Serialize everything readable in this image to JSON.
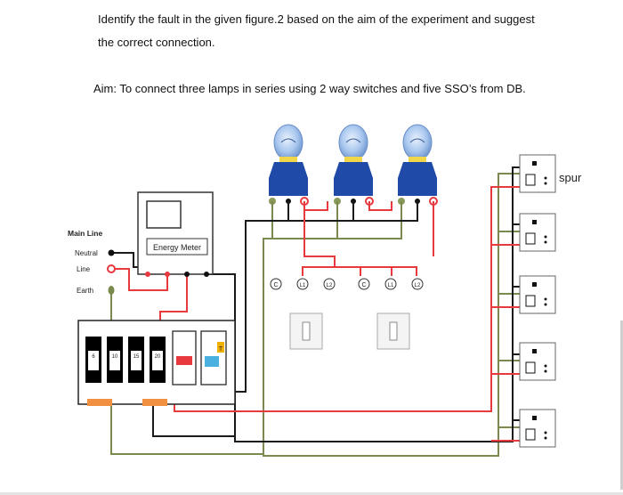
{
  "question": {
    "line1": "Identify the fault in the given figure.2 based on the aim of the experiment and suggest",
    "line2": "the correct connection."
  },
  "aim": "Aim: To connect three lamps in series using 2 way switches and five SSO’s from DB.",
  "labels": {
    "main_line": "Main Line",
    "neutral": "Neutral",
    "line": "Line",
    "earth": "Earth",
    "energy_meter": "Energy Meter",
    "spur": "spur",
    "mcb_ratings": [
      "6",
      "10",
      "15",
      "20"
    ],
    "rcd_marking": "T",
    "switch_terminals": [
      "C",
      "L1",
      "L2"
    ]
  },
  "colors": {
    "line_wire": "#e8393f",
    "neutral_wire": "#1a1a1a",
    "earth_wire": "#7a8a4e",
    "lamp_base": "#1f4aa8",
    "bulb_glass": "#a9c7ee"
  }
}
